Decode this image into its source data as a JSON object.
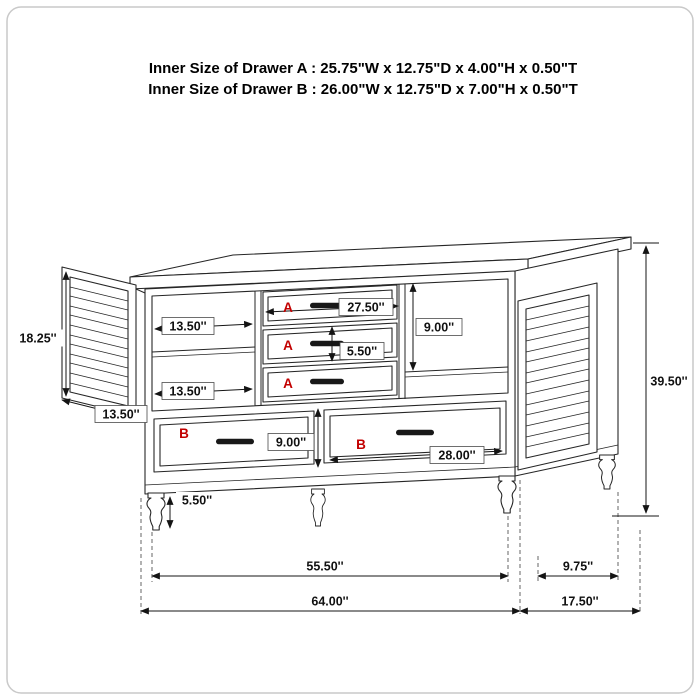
{
  "header": {
    "line1": "Inner Size of Drawer A : 25.75\"W x 12.75\"D x 4.00\"H x 0.50\"T",
    "line2": "Inner Size of Drawer B : 26.00\"W x 12.75\"D x 7.00\"H x 0.50\"T"
  },
  "labels": {
    "drawer_a": "A",
    "drawer_b": "B"
  },
  "colors": {
    "drawer_letter_red": "#c20000"
  },
  "dims": {
    "door_height": "18.25''",
    "shelf_upper_width": "13.50''",
    "drawer_a_width": "27.50''",
    "shelf_section_height": "9.00''",
    "drawer_a_face_height": "5.50''",
    "shelf_lower_width": "13.50''",
    "door_width": "13.50''",
    "drawer_b_face_height": "9.00''",
    "drawer_b_width": "28.00''",
    "overall_height": "39.50''",
    "leg_height": "5.50''",
    "leg_span": "55.50''",
    "leg_depth_span": "9.75''",
    "overall_width": "64.00''",
    "overall_depth": "17.50''"
  }
}
